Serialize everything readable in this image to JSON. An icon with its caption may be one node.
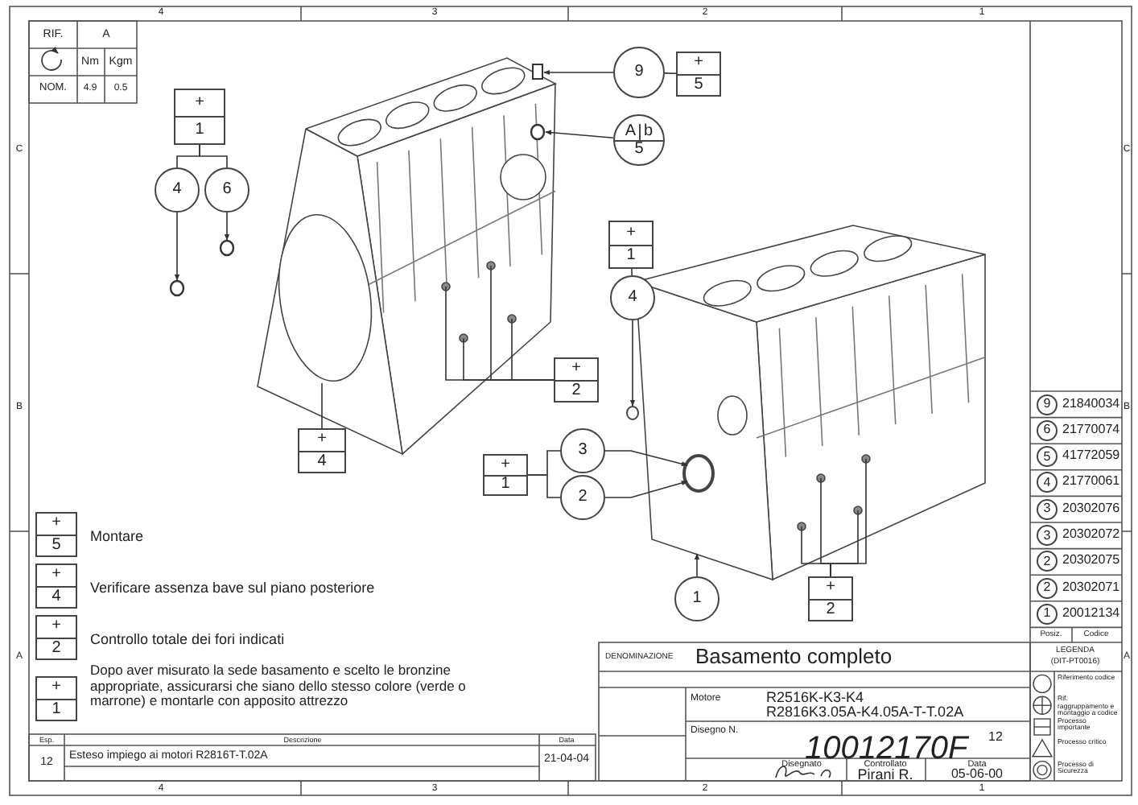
{
  "diagram": {
    "title": "Basamento completo",
    "nodes": [
      {
        "text": [
          "+",
          "1"
        ]
      },
      {
        "text": [
          "4"
        ]
      },
      {
        "text": [
          "6"
        ]
      },
      {
        "text": [
          "9"
        ]
      },
      {
        "text": [
          "+",
          "5"
        ]
      },
      {
        "text": [
          "A",
          "b",
          "5"
        ]
      },
      {
        "text": [
          "+",
          "1"
        ]
      },
      {
        "text": [
          "4"
        ]
      },
      {
        "text": [
          "+",
          "2"
        ]
      },
      {
        "text": [
          "+",
          "4"
        ]
      },
      {
        "text": [
          "+",
          "1"
        ]
      },
      {
        "text": [
          "3"
        ]
      },
      {
        "text": [
          "2"
        ]
      },
      {
        "text": [
          "1"
        ]
      },
      {
        "text": [
          "+",
          "2"
        ]
      },
      {
        "text": [
          "9"
        ],
        "beside": [
          "21840034"
        ]
      },
      {
        "text": [
          "6"
        ],
        "beside": [
          "21770074"
        ]
      },
      {
        "text": [
          "5"
        ],
        "beside": [
          "41772059"
        ]
      },
      {
        "text": [
          "4"
        ],
        "beside": [
          "21770061"
        ]
      },
      {
        "text": [
          "3"
        ],
        "beside": [
          "20302076"
        ]
      },
      {
        "text": [
          "3"
        ],
        "beside": [
          "20302072"
        ]
      },
      {
        "text": [
          "2"
        ],
        "beside": [
          "20302075"
        ]
      },
      {
        "text": [
          "2"
        ],
        "beside": [
          "20302071"
        ]
      },
      {
        "text": [
          "1"
        ],
        "beside": [
          "20012134"
        ]
      },
      {
        "text": [
          "+",
          "5"
        ],
        "beside": [
          "Montare"
        ]
      },
      {
        "text": [
          "+",
          "4"
        ],
        "beside": [
          "Verificare assenza bave sul piano posteriore"
        ]
      },
      {
        "text": [
          "+",
          "2"
        ],
        "beside": [
          "Controllo totale dei fori indicati"
        ]
      },
      {
        "text": [],
        "shape": "circle"
      },
      {
        "text": [
          "+",
          "1"
        ],
        "beside": [
          "Dopo aver misurato la sede basamento e scelto le bronzine appropriate, assicurarsi che siano dello stesso colore (verde o marrone) e montarle con apposito attrezzo"
        ]
      }
    ],
    "edges": [
      {
        "from": 0,
        "to": 1,
        "arrow": "none"
      },
      {
        "from": 0,
        "to": 2,
        "arrow": "none"
      },
      {
        "from": 1,
        "to": null,
        "arrow": "to"
      },
      {
        "from": 2,
        "to": null,
        "arrow": "to"
      },
      {
        "from": 3,
        "to": 4,
        "arrow": "none"
      },
      {
        "from": 3,
        "to": null,
        "arrow": "to"
      },
      {
        "from": 5,
        "to": null,
        "arrow": "to"
      },
      {
        "from": 6,
        "to": 7,
        "arrow": "none"
      },
      {
        "from": 7,
        "to": 27,
        "arrow": "to"
      },
      {
        "from": 8,
        "to": null,
        "arrow": "none"
      },
      {
        "from": 8,
        "to": null,
        "arrow": "none"
      },
      {
        "from": 8,
        "to": null,
        "arrow": "none"
      },
      {
        "from": 8,
        "to": null,
        "arrow": "none"
      },
      {
        "from": 9,
        "to": null,
        "arrow": "none"
      },
      {
        "from": 10,
        "to": 11,
        "arrow": "none"
      },
      {
        "from": 10,
        "to": 12,
        "arrow": "none"
      },
      {
        "from": 11,
        "to": null,
        "arrow": "to"
      },
      {
        "from": 12,
        "to": null,
        "arrow": "to"
      },
      {
        "from": 13,
        "to": null,
        "arrow": "to"
      },
      {
        "from": 14,
        "to": null,
        "arrow": "none"
      },
      {
        "from": 14,
        "to": null,
        "arrow": "none"
      },
      {
        "from": 14,
        "to": null,
        "arrow": "none"
      },
      {
        "from": 14,
        "to": null,
        "arrow": "none"
      }
    ],
    "labels": [
      "4",
      "3",
      "2",
      "1",
      "RIF.",
      "A",
      "Nm",
      "Kgm",
      "NOM.",
      "4.9",
      "0.5",
      "C",
      "C",
      "B",
      "B",
      "Posiz.",
      "Codice",
      "A",
      "A",
      "LEGENDA",
      "(DIT-PT0016)",
      "DENOMINAZIONE",
      "Motore",
      "R2516K-K3-K4",
      "R2816K3.05A-K4.05A-T-T.02A",
      "Disegno N.",
      "10012170F",
      "12",
      "Esp.",
      "Descrizione",
      "Data",
      "12",
      "Esteso impiego ai motori R2816T-T.02A",
      "21-04-04",
      "Disegnato",
      "Controllato",
      "Data",
      "Pirani R.",
      "05-06-00",
      "4",
      "3",
      "2",
      "1"
    ],
    "legend": [
      {
        "text": "Riferimento codice"
      },
      {
        "text": "Rif. raggruppamento e montaggio a codice"
      },
      {
        "text": "Processo importante"
      },
      {
        "text": "Processo critico"
      },
      {
        "text": "Processo di Sicurezza"
      }
    ]
  }
}
